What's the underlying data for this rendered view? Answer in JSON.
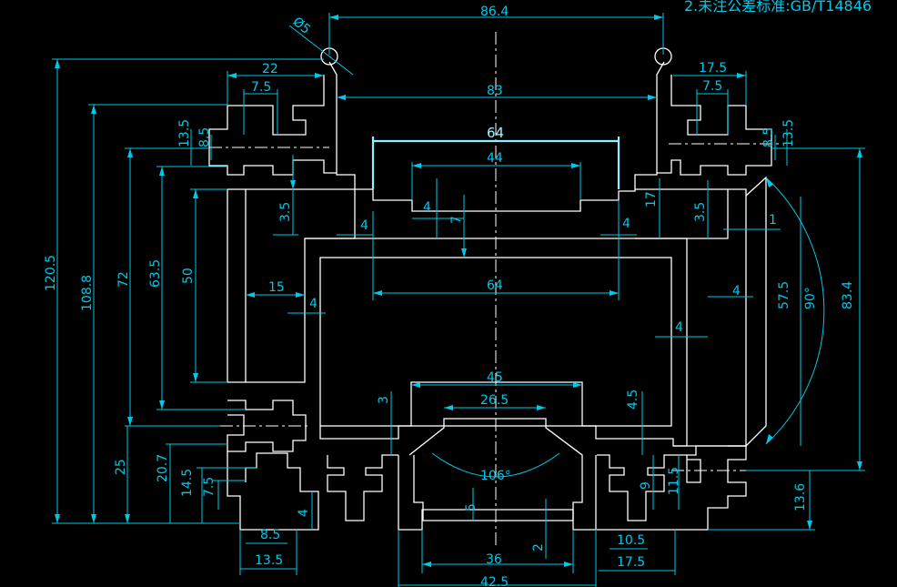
{
  "note": "2.未注公差标准:GB/T14846",
  "labels": {
    "phi5": "Ø5",
    "w86_4": "86.4",
    "w22": "22",
    "w7_5a": "7.5",
    "w83": "83",
    "w17_5a": "17.5",
    "w7_5b": "7.5",
    "w64a": "64",
    "w44": "44",
    "h13_5a": "13.5",
    "h8_5a": "8.5",
    "h8_5b": "8.5",
    "h13_5b": "13.5",
    "h120_5": "120.5",
    "h108_8": "108.8",
    "h72": "72",
    "h63_5": "63.5",
    "h50": "50",
    "h3_5a": "3.5",
    "w4a": "4",
    "w4b": "4",
    "h7": "7",
    "w4c": "4",
    "h3_5b": "3.5",
    "h17": "17",
    "w1": "1",
    "w64b": "64",
    "w15": "15",
    "w4d": "4",
    "w4e": "4",
    "w4f": "4",
    "h57_5": "57.5",
    "a90": "90°",
    "h83_4": "83.4",
    "w45": "45",
    "w26_5": "26.5",
    "h3": "3",
    "h4_5": "4.5",
    "a106": "106°",
    "h25": "25",
    "h20_7": "20.7",
    "h14_5": "14.5",
    "h7_5": "7.5",
    "h4": "4",
    "w8_5": "8.5",
    "w13_5": "13.5",
    "h5": "5",
    "h2": "2",
    "w36": "36",
    "w42_5": "42.5",
    "h9": "9",
    "h11_5": "11.5",
    "w10_5": "10.5",
    "w17_5b": "17.5",
    "h13_6": "13.6"
  }
}
